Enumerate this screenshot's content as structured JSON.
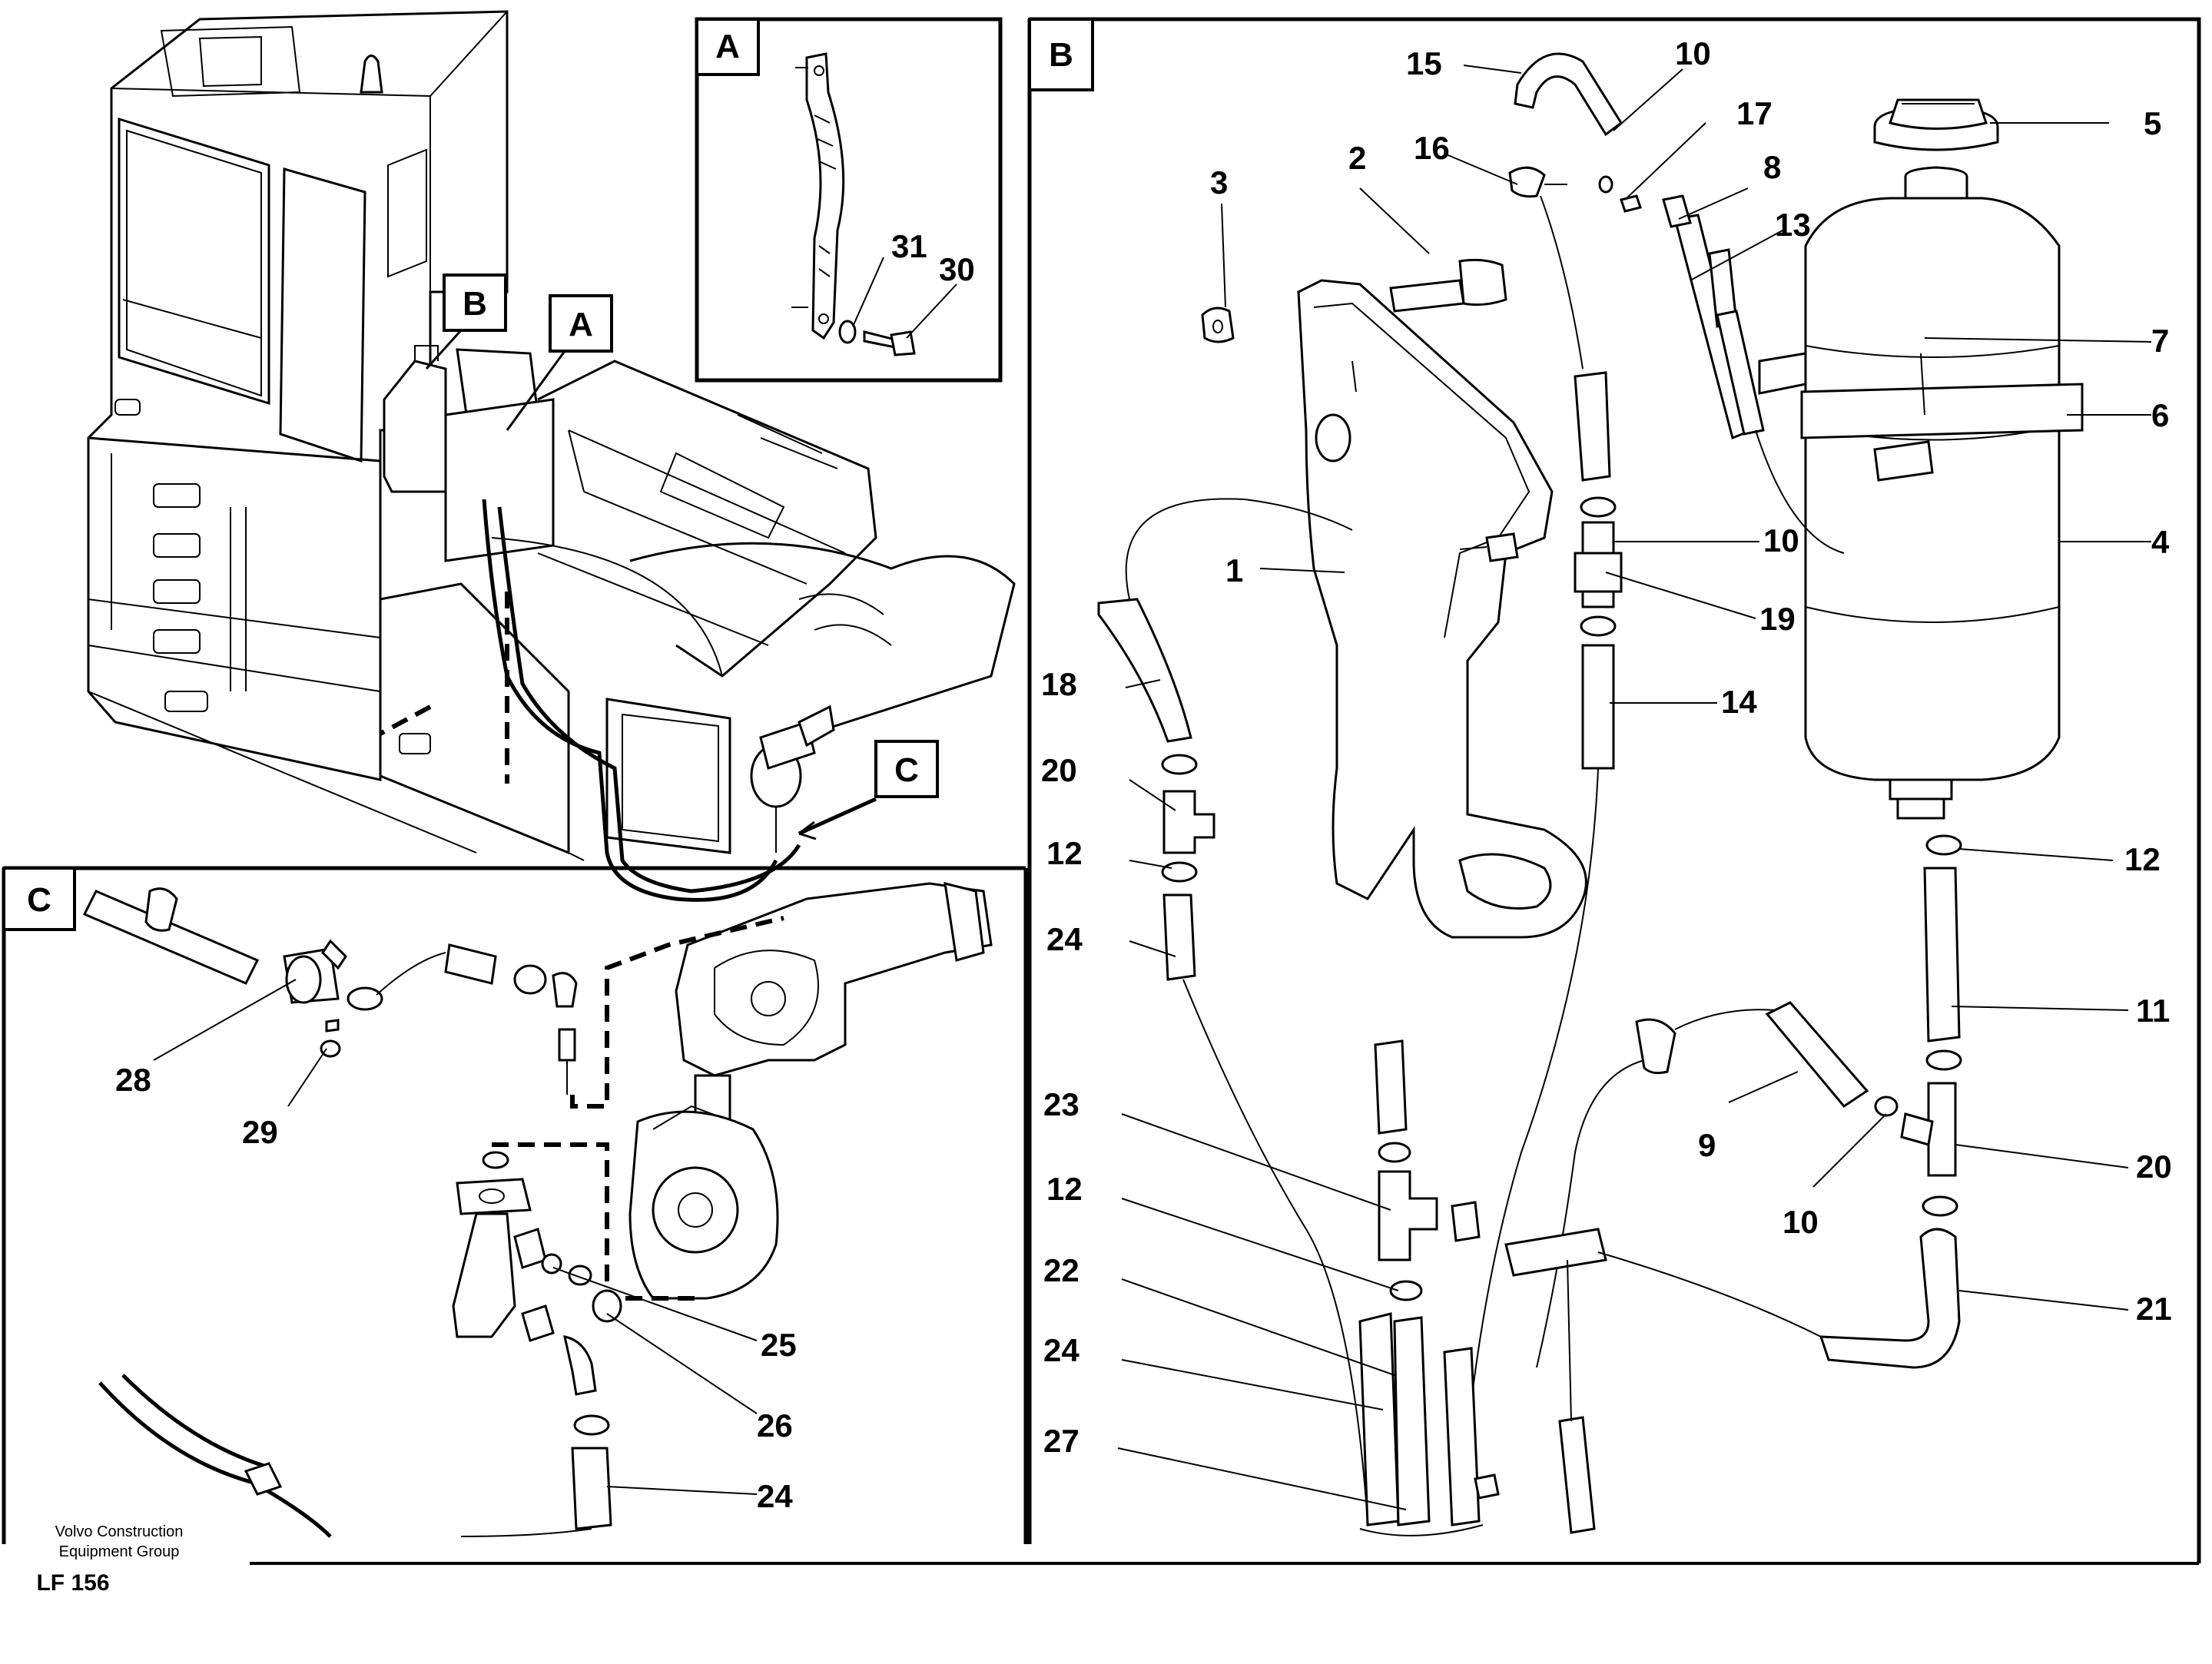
{
  "footer": {
    "company_line1": "Volvo Construction",
    "company_line2": "Equipment Group",
    "drawing_code": "LF 156"
  },
  "panels": {
    "a_tag": "A",
    "b_tag": "B",
    "c_tag": "C",
    "overview_a": "A",
    "overview_b": "B",
    "overview_c": "C"
  },
  "labels": {
    "a30": "30",
    "a31": "31",
    "b1": "1",
    "b2": "2",
    "b3": "3",
    "b4": "4",
    "b5": "5",
    "b6": "6",
    "b7": "7",
    "b8": "8",
    "b9": "9",
    "b10a": "10",
    "b10b": "10",
    "b10c": "10",
    "b11": "11",
    "b12a": "12",
    "b12b": "12",
    "b12c": "12",
    "b13": "13",
    "b14": "14",
    "b15": "15",
    "b16": "16",
    "b17": "17",
    "b18": "18",
    "b19": "19",
    "b20a": "20",
    "b20b": "20",
    "b21": "21",
    "b22": "22",
    "b23": "23",
    "b24a": "24",
    "b24b": "24",
    "b27": "27",
    "c24": "24",
    "c25": "25",
    "c26": "26",
    "c28": "28",
    "c29": "29"
  }
}
